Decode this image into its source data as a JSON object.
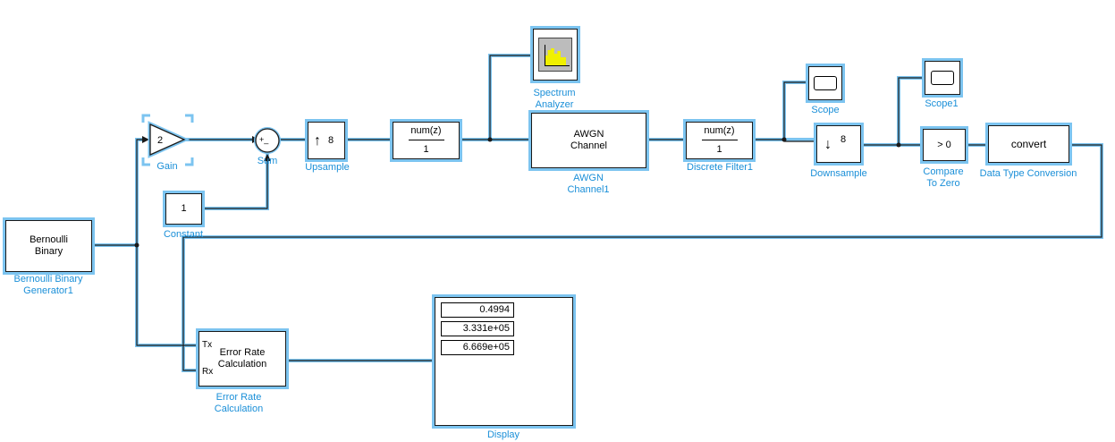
{
  "blocks": {
    "bernoulli": {
      "text_line1": "Bernoulli",
      "text_line2": "Binary",
      "label_line1": "Bernoulli Binary",
      "label_line2": "Generator1"
    },
    "gain": {
      "value": "2",
      "label": "Gain"
    },
    "sum": {
      "signs": "+_",
      "label": "Sum"
    },
    "constant": {
      "value": "1",
      "label": "Constant"
    },
    "upsample": {
      "factor": "8",
      "label": "Upsample"
    },
    "filter1": {
      "num": "num(z)",
      "den": "1"
    },
    "spectrum": {
      "label_line1": "Spectrum",
      "label_line2": "Analyzer"
    },
    "awgn": {
      "text_line1": "AWGN",
      "text_line2": "Channel",
      "label_line1": "AWGN",
      "label_line2": "Channel1"
    },
    "filter2": {
      "num": "num(z)",
      "den": "1",
      "label": "Discrete Filter1"
    },
    "scope": {
      "label": "Scope"
    },
    "downsample": {
      "factor": "8",
      "label": "Downsample"
    },
    "scope1": {
      "label": "Scope1"
    },
    "compare": {
      "text": "> 0",
      "label_line1": "Compare",
      "label_line2": "To Zero"
    },
    "convert": {
      "text": "convert",
      "label": "Data Type Conversion"
    },
    "errorrate": {
      "text_line1": "Error Rate",
      "text_line2": "Calculation",
      "port_tx": "Tx",
      "port_rx": "Rx",
      "label_line1": "Error Rate",
      "label_line2": "Calculation"
    },
    "display": {
      "values": [
        "0.4994",
        "3.331e+05",
        "6.669e+05"
      ],
      "label": "Display"
    }
  },
  "colors": {
    "selection": "#7cc4f0",
    "label": "#1a8fd8",
    "signal": "#1a1a1a",
    "spectrum_bars": "#f0f000"
  }
}
